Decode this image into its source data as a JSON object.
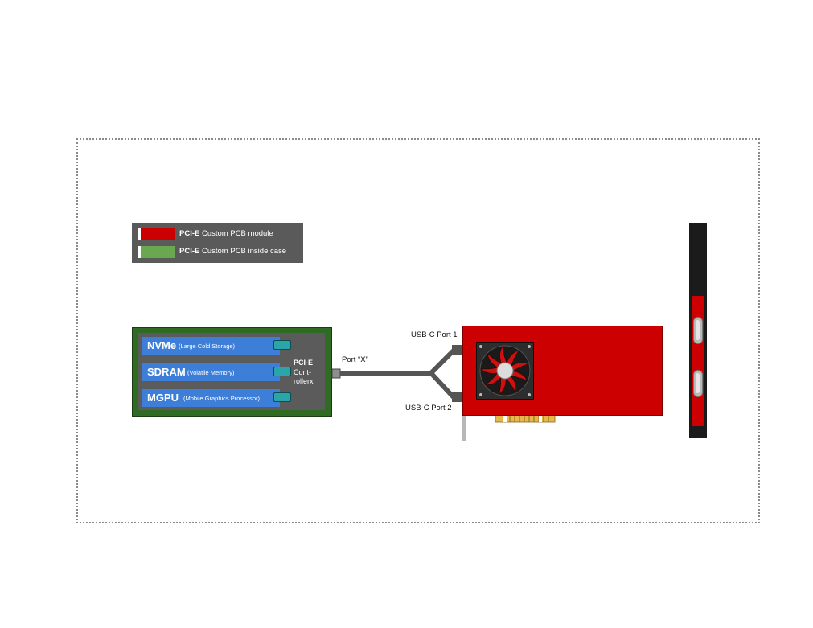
{
  "legend": {
    "items": [
      {
        "bold": "PCI-E",
        "text": " Custom PCB module",
        "color": "#cc0000"
      },
      {
        "bold": "PCI-E",
        "text": " Custom PCB inside case",
        "color": "#6aa84f"
      }
    ]
  },
  "case": {
    "modules": [
      {
        "name": "NVMe",
        "desc": "(Large Cold Storage)"
      },
      {
        "name": "SDRAM",
        "desc": "(Volatile Memory)"
      },
      {
        "name": "MGPU",
        "desc": "(Mobile Graphics Processor)"
      }
    ],
    "controller": {
      "title": "PCI-E",
      "line1": "Cont-",
      "line2": "rollerx"
    }
  },
  "cable": {
    "port_label": "Port “X”"
  },
  "card": {
    "port1": "USB-C Port 1",
    "port2": "USB-C Port 2"
  },
  "colors": {
    "module_red": "#cc0000",
    "case_green": "#2f6b22",
    "legend_green": "#6aa84f",
    "module_blue": "#3d7fd8",
    "connector_teal": "#2aa6a8"
  }
}
